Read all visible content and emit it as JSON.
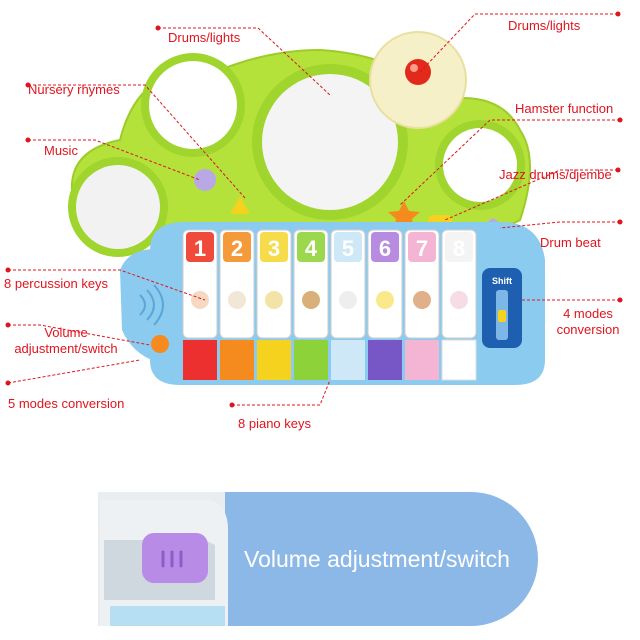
{
  "labels": {
    "drums_lights_left": "Drums/lights",
    "drums_lights_right": "Drums/lights",
    "nursery_rhymes": "Nursery rhymes",
    "hamster_function": "Hamster function",
    "music": "Music",
    "jazz_drums": "Jazz drums/djembe",
    "drum_beat": "Drum beat",
    "percussion_keys": "8 percussion keys",
    "four_modes_line1": "4 modes",
    "four_modes_line2": "conversion",
    "volume_line1": "Volume",
    "volume_line2": "adjustment/switch",
    "five_modes": "5 modes conversion",
    "piano_keys": "8 piano keys"
  },
  "keys": [
    "1",
    "2",
    "3",
    "4",
    "5",
    "6",
    "7",
    "8"
  ],
  "shift_label": "Shift",
  "banner": {
    "text": "Volume adjustment/switch"
  },
  "colors": {
    "annotation": "#e0141e",
    "toy_green": "#b5e23a",
    "banner_blue": "#8bb8e6",
    "key_colors": [
      "#ec2f2f",
      "#f58a1e",
      "#f4d21d",
      "#8ed23a",
      "#7bc8ec",
      "#7757c6",
      "#e98ab8",
      "#ffffff"
    ],
    "bar_colors": [
      "#f04a3c",
      "#f59a3a",
      "#f6db4a",
      "#9bd84e",
      "#cfe8f7",
      "#b68be0",
      "#f3b5d3",
      "#f4f4f4"
    ]
  }
}
